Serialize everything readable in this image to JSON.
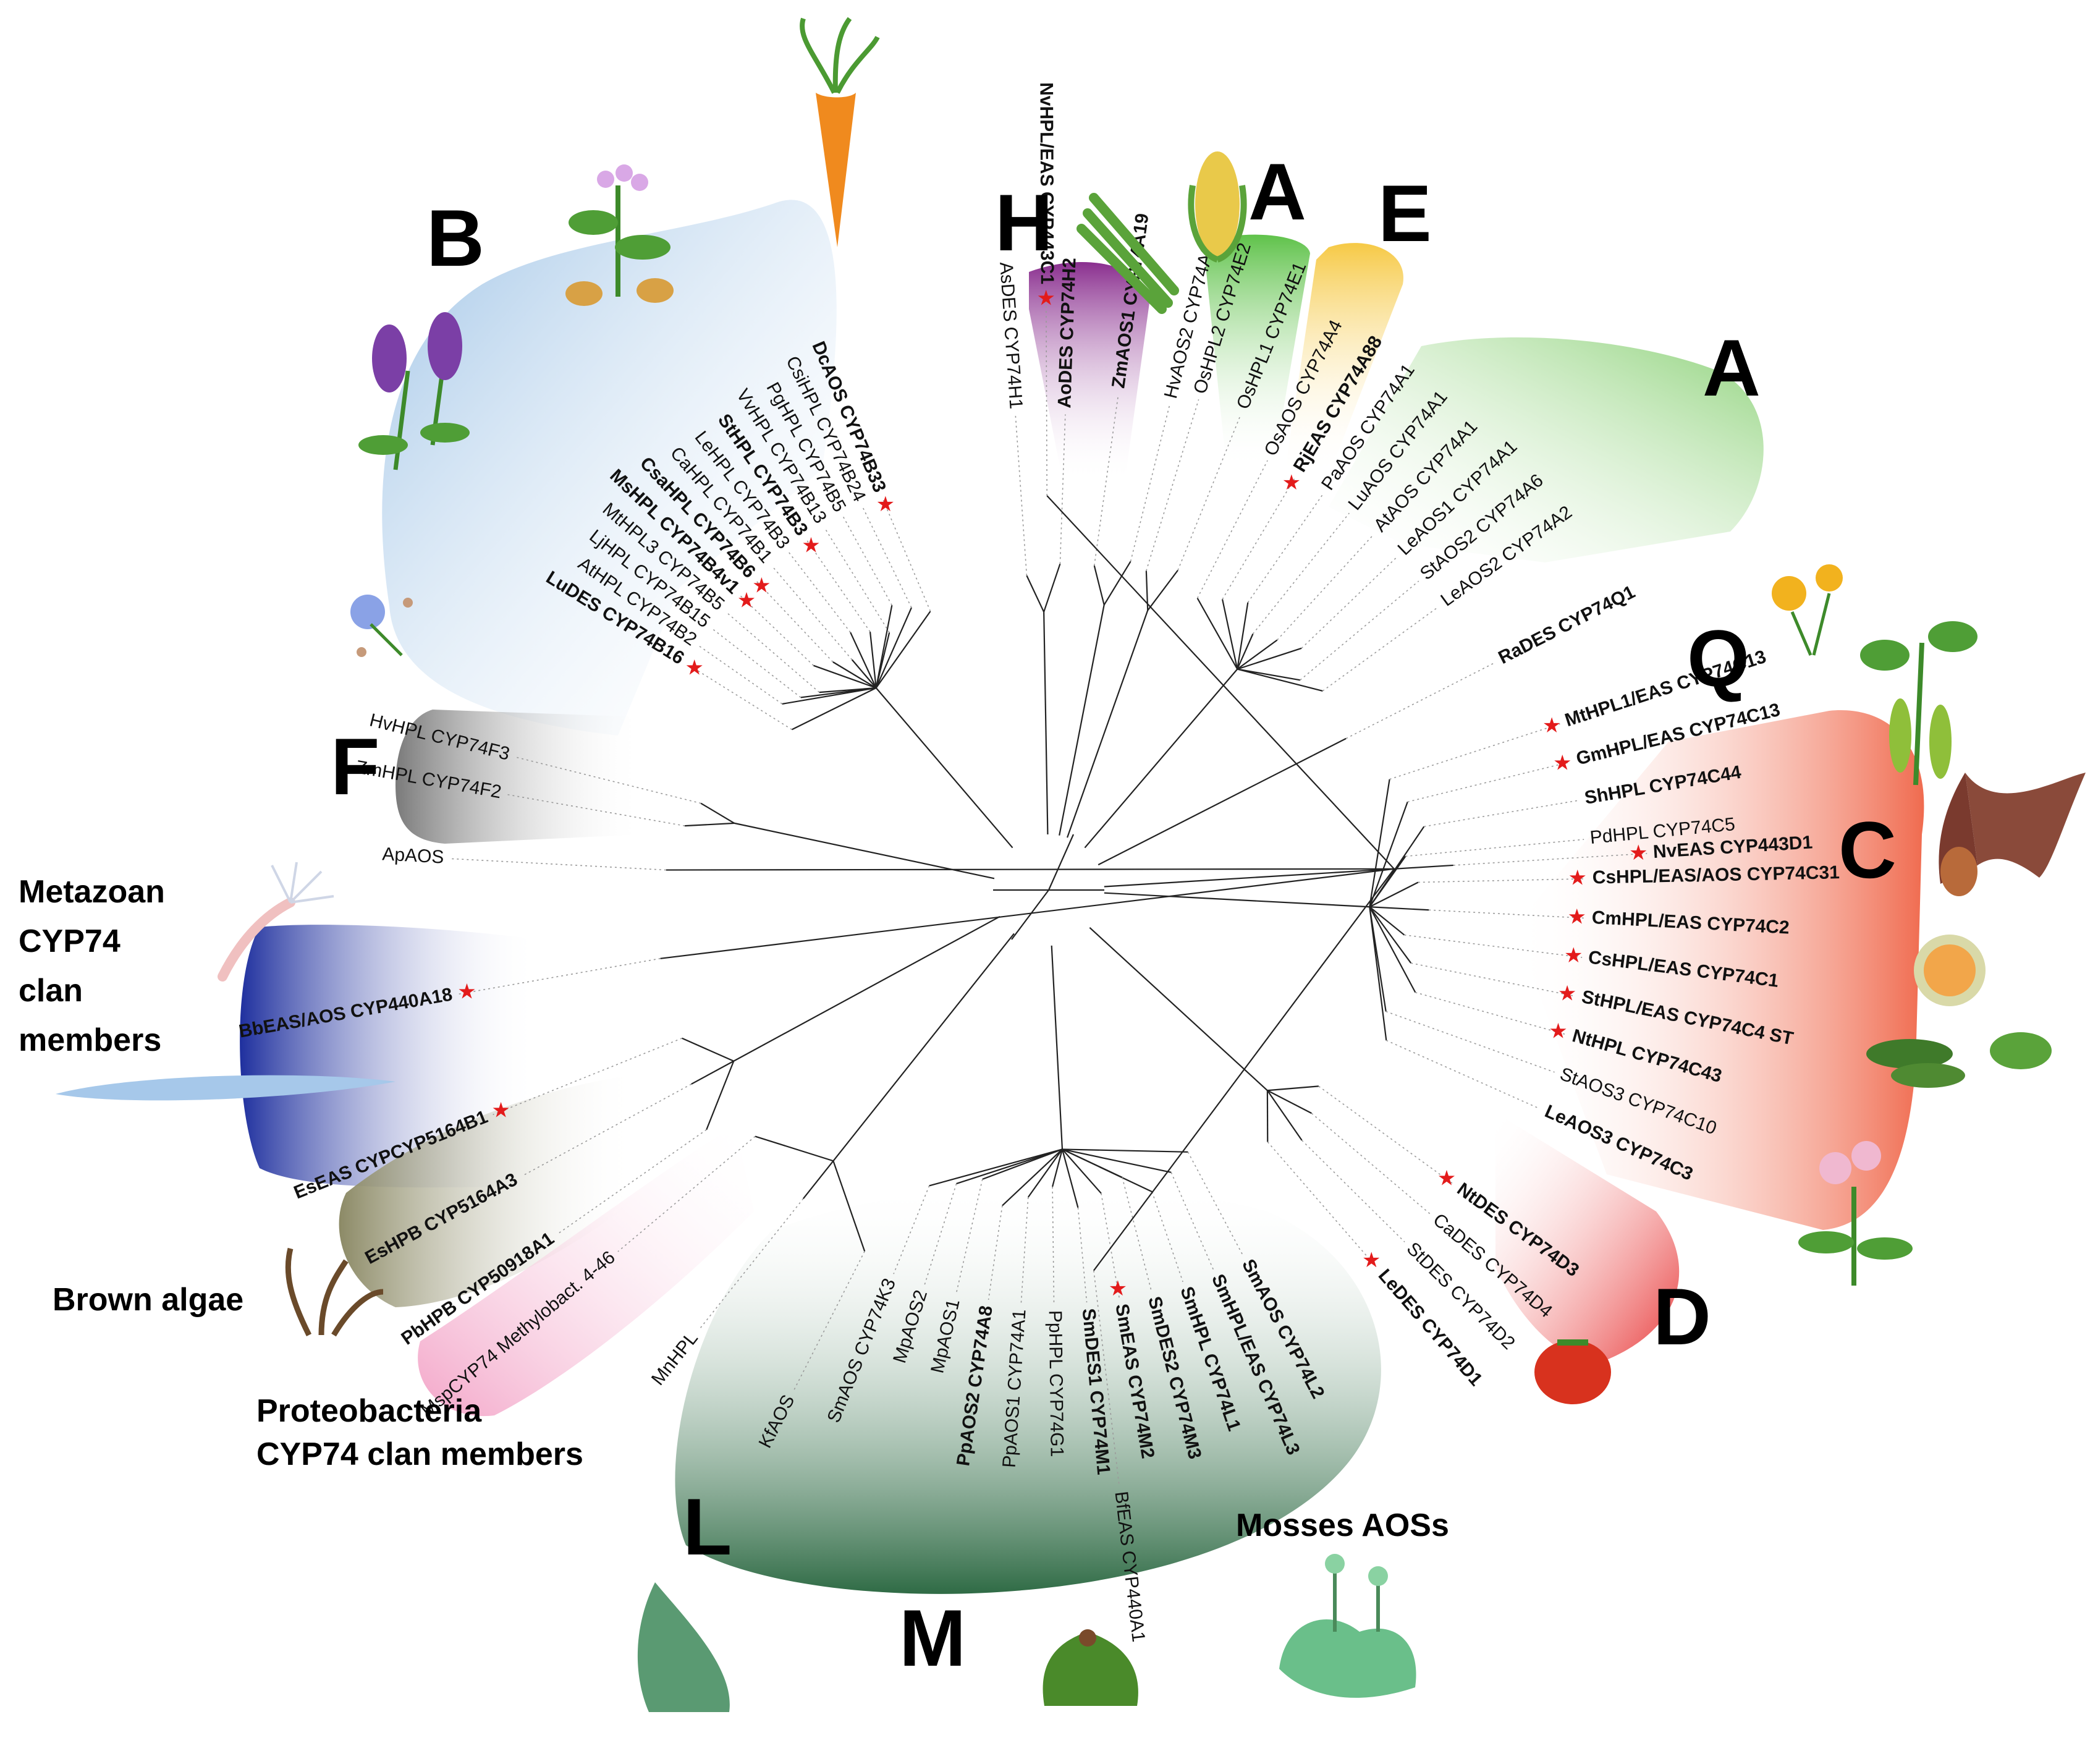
{
  "colors": {
    "clade_A": "#9fd58a",
    "clade_B": "#9ec3e6",
    "clade_C": "#f06b4f",
    "clade_D": "#e83a3a",
    "clade_E": "#f6c945",
    "clade_F": "#8a8a8a",
    "clade_H": "#8a2f8f",
    "clade_LM": "#2f6b45",
    "metazoa": "#1e2f9e",
    "brown_algae": "#9c9a7a",
    "proteobacteria": "#f3a5c8",
    "star": "#e31b1b"
  },
  "clade_letters": {
    "B": "B",
    "H": "H",
    "A1": "A",
    "E": "E",
    "A2": "A",
    "Q": "Q",
    "C": "C",
    "D": "D",
    "F": "F",
    "L": "L",
    "M": "M"
  },
  "group_labels": {
    "metazoan": [
      "Metazoan",
      "CYP74",
      "clan",
      "members"
    ],
    "brown_algae": "Brown algae",
    "proteobacteria": [
      "Proteobacteria",
      "CYP74 clan members"
    ],
    "mosses": "Mosses AOSs"
  },
  "leaves": {
    "B": [
      {
        "text": "DcAOS CYP74B33",
        "bold": true,
        "star": true
      },
      {
        "text": "CsiHPL CYP74B24",
        "bold": false,
        "star": false
      },
      {
        "text": "PgHPL CYP74B5",
        "bold": false,
        "star": false
      },
      {
        "text": "VvHPL CYP74B13",
        "bold": false,
        "star": false
      },
      {
        "text": "StHPL CYP74B3",
        "bold": true,
        "star": true
      },
      {
        "text": "LeHPL CYP74B3",
        "bold": false,
        "star": false
      },
      {
        "text": "CaHPL CYP74B1",
        "bold": false,
        "star": false
      },
      {
        "text": "CsaHPL CYP74B6",
        "bold": true,
        "star": true
      },
      {
        "text": "MsHPL CYP74B4v1",
        "bold": true,
        "star": true
      },
      {
        "text": "MtHPL3 CYP74B5",
        "bold": false,
        "star": false
      },
      {
        "text": "LjHPL CYP74B15",
        "bold": false,
        "star": false
      },
      {
        "text": "AtHPL CYP74B2",
        "bold": false,
        "star": false
      },
      {
        "text": "LuDES CYP74B16",
        "bold": true,
        "star": true
      }
    ],
    "H": [
      {
        "text": "AsDES CYP74H1",
        "bold": false,
        "star": false
      },
      {
        "text": "AoDES CYP74H2",
        "bold": true,
        "star": false
      }
    ],
    "A1": [
      {
        "text": "ZmAOS1 CYP74A19",
        "bold": true,
        "star": false
      },
      {
        "text": "HvAOS2 CYP74A3",
        "bold": false,
        "star": false
      }
    ],
    "E": [
      {
        "text": "OsHPL2 CYP74E2",
        "bold": false,
        "star": false
      },
      {
        "text": "OsHPL1 CYP74E1",
        "bold": false,
        "star": false
      }
    ],
    "A2": [
      {
        "text": "OsAOS CYP74A4",
        "bold": false,
        "star": false
      },
      {
        "text": "RjEAS CYP74A88",
        "bold": true,
        "star": true
      },
      {
        "text": "PaAOS CYP74A1",
        "bold": false,
        "star": false
      },
      {
        "text": "LuAOS CYP74A1",
        "bold": false,
        "star": false
      },
      {
        "text": "AtAOS CYP74A1",
        "bold": false,
        "star": false
      },
      {
        "text": "LeAOS1 CYP74A1",
        "bold": false,
        "star": false
      },
      {
        "text": "StAOS2 CYP74A6",
        "bold": false,
        "star": false
      },
      {
        "text": "LeAOS2 CYP74A2",
        "bold": false,
        "star": false
      }
    ],
    "Q": [
      {
        "text": "RaDES CYP74Q1",
        "bold": true,
        "star": false
      }
    ],
    "C": [
      {
        "text": "MtHPL1/EAS CYP74C13",
        "bold": true,
        "star": true
      },
      {
        "text": "GmHPL/EAS CYP74C13",
        "bold": true,
        "star": true
      },
      {
        "text": "ShHPL CYP74C44",
        "bold": true,
        "star": false
      },
      {
        "text": "PdHPL CYP74C5",
        "bold": false,
        "star": false
      },
      {
        "text": "CsHPL/EAS/AOS CYP74C31",
        "bold": true,
        "star": true
      },
      {
        "text": "CmHPL/EAS CYP74C2",
        "bold": true,
        "star": true
      },
      {
        "text": "CsHPL/EAS CYP74C1",
        "bold": true,
        "star": true
      },
      {
        "text": "StHPL/EAS CYP74C4 ST",
        "bold": true,
        "star": true
      },
      {
        "text": "NtHPL CYP74C43",
        "bold": true,
        "star": true
      },
      {
        "text": "StAOS3 CYP74C10",
        "bold": false,
        "star": false
      },
      {
        "text": "LeAOS3 CYP74C3",
        "bold": true,
        "star": false
      }
    ],
    "D": [
      {
        "text": "NtDES CYP74D3",
        "bold": true,
        "star": true
      },
      {
        "text": "CaDES CYP74D4",
        "bold": false,
        "star": false
      },
      {
        "text": "StDES CYP74D2",
        "bold": false,
        "star": false
      },
      {
        "text": "LeDES CYP74D1",
        "bold": true,
        "star": true
      }
    ],
    "LM": [
      {
        "text": "SmAOS CYP74L2",
        "bold": true,
        "star": false
      },
      {
        "text": "SmHPL/EAS CYP74L3",
        "bold": true,
        "star": false
      },
      {
        "text": "SmHPL CYP74L1",
        "bold": true,
        "star": false
      },
      {
        "text": "SmDES2 CYP74M3",
        "bold": true,
        "star": false
      },
      {
        "text": "SmEAS CYP74M2",
        "bold": true,
        "star": true
      },
      {
        "text": "SmDES1 CYP74M1",
        "bold": true,
        "star": false
      },
      {
        "text": "PpHPL CYP74G1",
        "bold": false,
        "star": false
      },
      {
        "text": "PpAOS1 CYP74A1",
        "bold": false,
        "star": false
      },
      {
        "text": "PpAOS2 CYP74A8",
        "bold": true,
        "star": false
      },
      {
        "text": "MpAOS1",
        "bold": false,
        "star": false
      },
      {
        "text": "MpAOS2",
        "bold": false,
        "star": false
      },
      {
        "text": "SmAOS CYP74K3",
        "bold": false,
        "star": false
      }
    ],
    "F": [
      {
        "text": "HvHPL CYP74F3",
        "bold": false,
        "star": false
      },
      {
        "text": "ZmHPL CYP74F2",
        "bold": false,
        "star": false
      }
    ],
    "Metazoa": [
      {
        "text": "ApAOS",
        "bold": false,
        "star": false
      },
      {
        "text": "NvHPL/EAS CYP443C1",
        "bold": true,
        "star": true
      },
      {
        "text": "NvEAS CYP443D1",
        "bold": true,
        "star": true
      },
      {
        "text": "BfEAS CYP440A1",
        "bold": false,
        "star": false
      },
      {
        "text": "BbEAS/AOS CYP440A18",
        "bold": true,
        "star": true
      }
    ],
    "Algae": [
      {
        "text": "EsEAS CYPCYP5164B1",
        "bold": true,
        "star": true
      },
      {
        "text": "EsHPB CYP5164A3",
        "bold": true,
        "star": false
      },
      {
        "text": "PbHPB CYP50918A1",
        "bold": true,
        "star": false
      }
    ],
    "Bact": [
      {
        "text": "MspCYP74 Methylobact. 4-46",
        "bold": false,
        "star": false
      },
      {
        "text": "MnHPL",
        "bold": false,
        "star": false
      },
      {
        "text": "KfAOS",
        "bold": false,
        "star": false
      }
    ]
  }
}
